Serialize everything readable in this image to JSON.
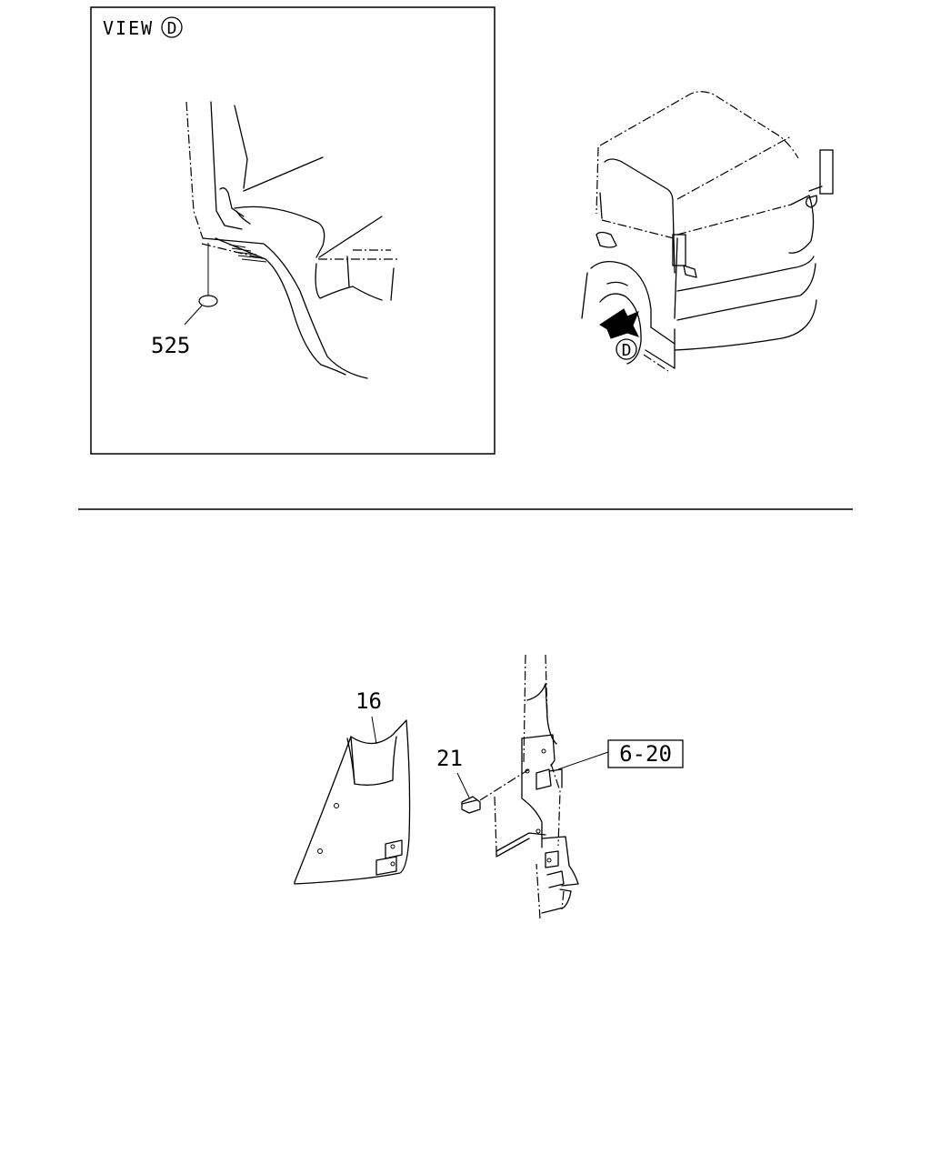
{
  "view_panel": {
    "title": "VIEW",
    "view_letter": "D",
    "callout_525": "525"
  },
  "truck_view": {
    "view_letter": "D"
  },
  "parts": {
    "callout_16": "16",
    "callout_21": "21",
    "ref_box": "6-20"
  }
}
